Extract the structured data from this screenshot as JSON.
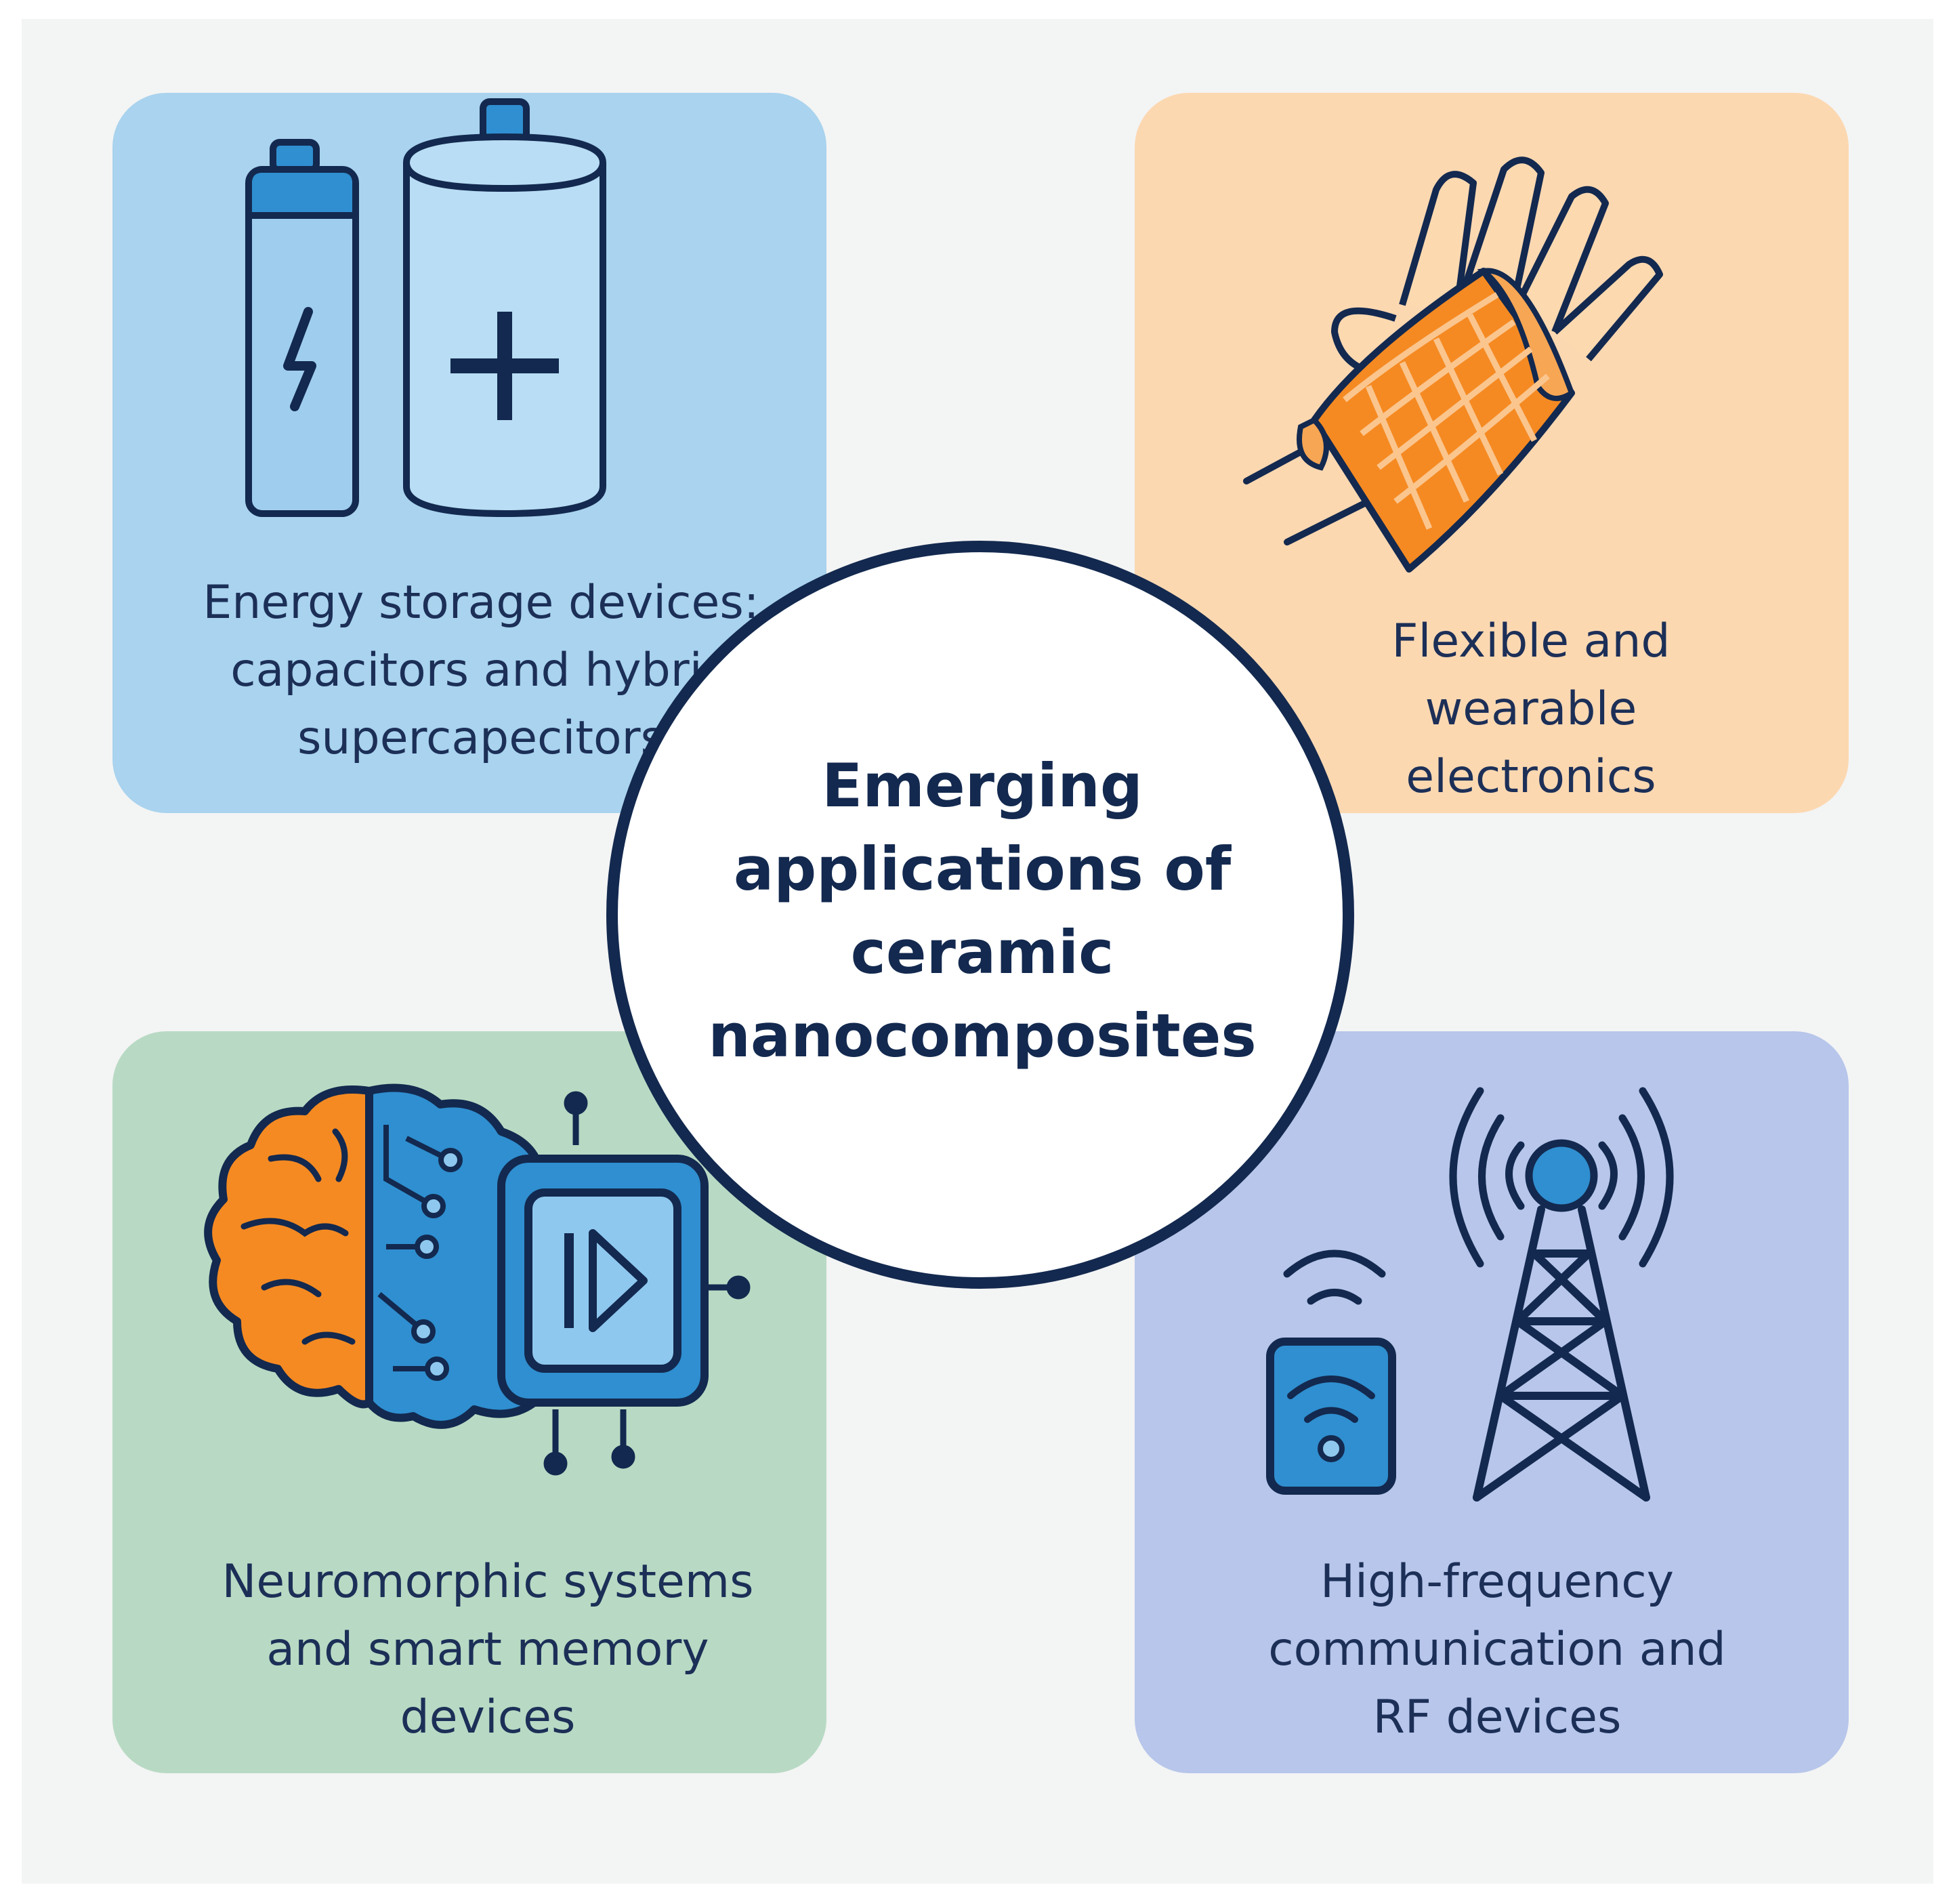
{
  "center": {
    "title": "Emerging\napplications of\nceramic\nnanocomposites"
  },
  "cards": [
    {
      "id": "energy",
      "label": "Energy storage devices:\ncapacitors and hybrid\nsupercapecitors",
      "icon": "battery-capacitor-icon",
      "color": "#a9d3ee"
    },
    {
      "id": "flexible",
      "label": "Flexible and\nwearable\nelectronics",
      "icon": "wearable-hand-icon",
      "color": "#fcd8b1"
    },
    {
      "id": "neuromorphic",
      "label": "Neuromorphic systems\nand smart memory\ndevices",
      "icon": "brain-chip-icon",
      "color": "#b8dac4"
    },
    {
      "id": "rf",
      "label": "High-frequency\ncommunication and\nRF devices",
      "icon": "antenna-tower-icon",
      "color": "#b7c6ea"
    }
  ],
  "colors": {
    "outline": "#13294f",
    "accent_blue": "#2f8fd0",
    "accent_orange": "#f58a22"
  }
}
